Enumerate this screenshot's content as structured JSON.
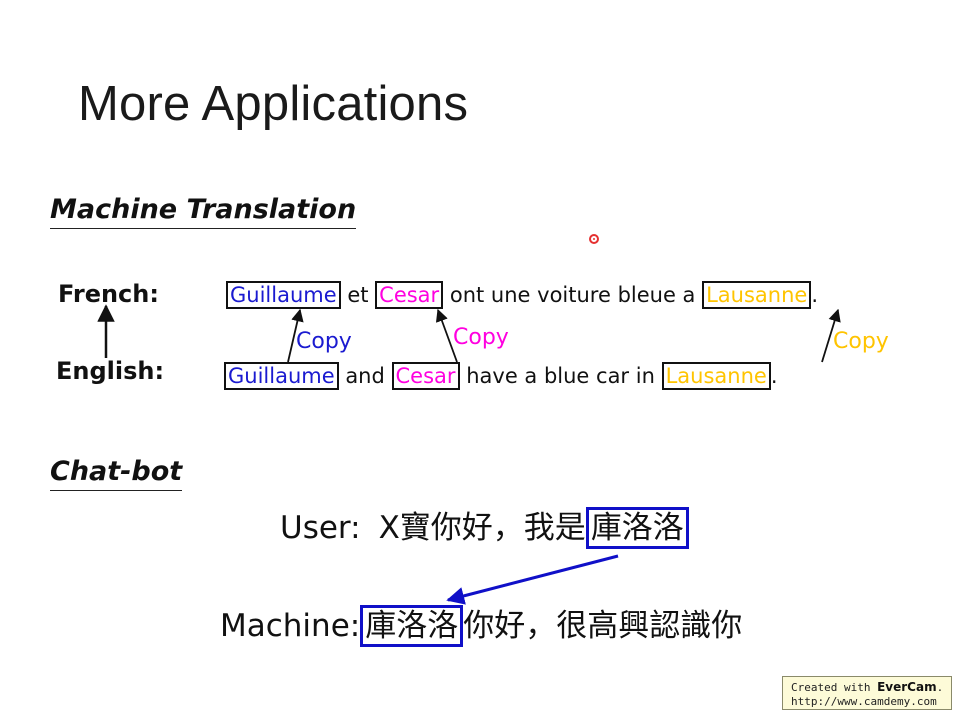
{
  "slide": {
    "title": "More Applications"
  },
  "machine_translation": {
    "heading": "Machine Translation",
    "french_label": "French:",
    "english_label": "English:",
    "french": {
      "name1": "Guillaume",
      "word1": " et ",
      "name2": "Cesar",
      "word2": " ont une voiture bleue a ",
      "name3": "Lausanne",
      "end": "."
    },
    "english": {
      "name1": "Guillaume",
      "word1": " and ",
      "name2": "Cesar",
      "word2": " have a blue car in ",
      "name3": "Lausanne",
      "end": "."
    },
    "copy_labels": [
      "Copy",
      "Copy",
      "Copy"
    ]
  },
  "chat_bot": {
    "heading": "Chat-bot",
    "user_label": "User:",
    "user_text": "X寶你好，我是",
    "user_name": "庫洛洛",
    "machine_label": "Machine:",
    "machine_name": "庫洛洛",
    "machine_text": "你好，很高興認識你"
  },
  "watermark": {
    "line1_prefix": "Created with ",
    "brand": "EverCam",
    "line1_suffix": ".",
    "line2": "http://www.camdemy.com"
  },
  "colors": {
    "name_blue": "#1a1ad0",
    "name_magenta": "#ff00e0",
    "name_yellow": "#ffc400",
    "chat_box": "#1010c8"
  },
  "icons": {
    "cursor": "laser-pointer-dot"
  }
}
